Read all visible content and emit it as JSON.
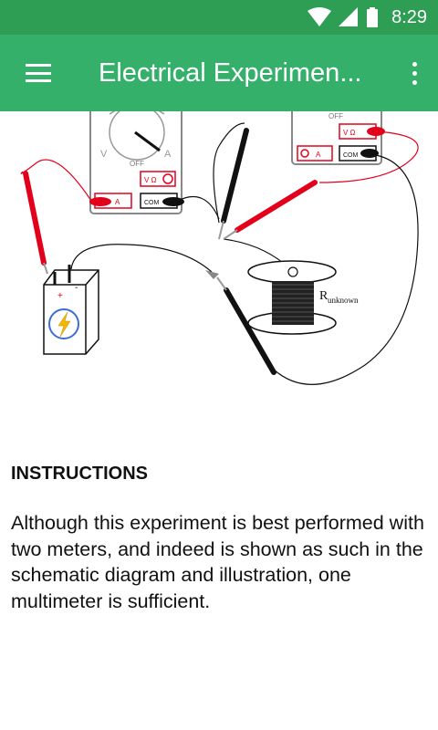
{
  "status": {
    "time": "8:29"
  },
  "app_bar": {
    "title": "Electrical Experimen..."
  },
  "illustration": {
    "meter_off": "OFF",
    "meter_v": "V",
    "meter_a": "A",
    "port_a": "A",
    "port_com": "COM",
    "port_vohm": "V Ω",
    "resistor_label_r": "R",
    "resistor_label_sub": "unknown",
    "battery_plus": "+",
    "battery_minus": "-"
  },
  "section": {
    "heading": "INSTRUCTIONS",
    "body": "Although this experiment is best performed with two meters, and indeed is shown as such in the schematic diagram and illustration, one multimeter is sufficient."
  },
  "colors": {
    "status_bar": "#2e9e55",
    "app_bar": "#34b06a",
    "probe_red": "#e3001b",
    "probe_black": "#111111"
  }
}
